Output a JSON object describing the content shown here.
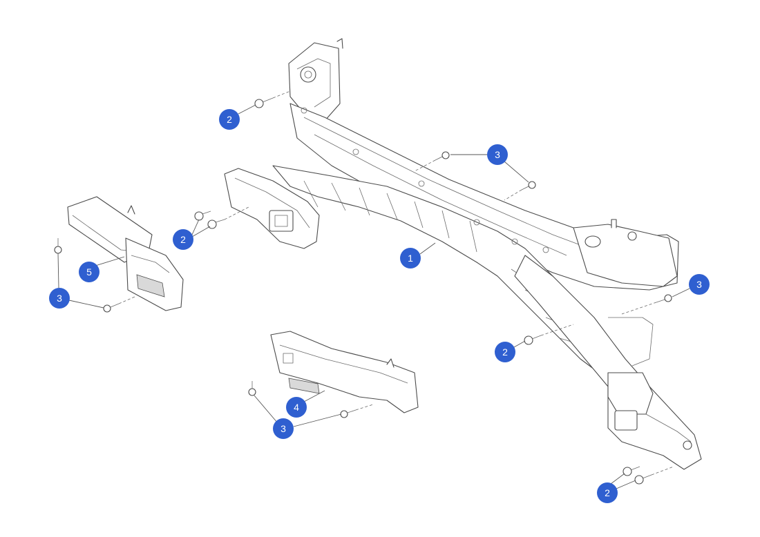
{
  "colors": {
    "callout_fill": "#2f5fd0",
    "callout_text": "#ffffff",
    "line": "#4a4a4a"
  },
  "parts": {
    "front_end_carrier": "1",
    "bolt_a": "2",
    "bolt_b": "3",
    "bracket_center": "4",
    "bracket_left": "5"
  },
  "callouts": [
    {
      "id": "c2-top-left",
      "label": "2"
    },
    {
      "id": "c3-top-right",
      "label": "3"
    },
    {
      "id": "c2-mid-left",
      "label": "2"
    },
    {
      "id": "c1-center",
      "label": "1"
    },
    {
      "id": "c5-left",
      "label": "5"
    },
    {
      "id": "c3-left",
      "label": "3"
    },
    {
      "id": "c3-right",
      "label": "3"
    },
    {
      "id": "c2-right",
      "label": "2"
    },
    {
      "id": "c4-center",
      "label": "4"
    },
    {
      "id": "c3-bottom",
      "label": "3"
    },
    {
      "id": "c2-bottom-right",
      "label": "2"
    }
  ]
}
